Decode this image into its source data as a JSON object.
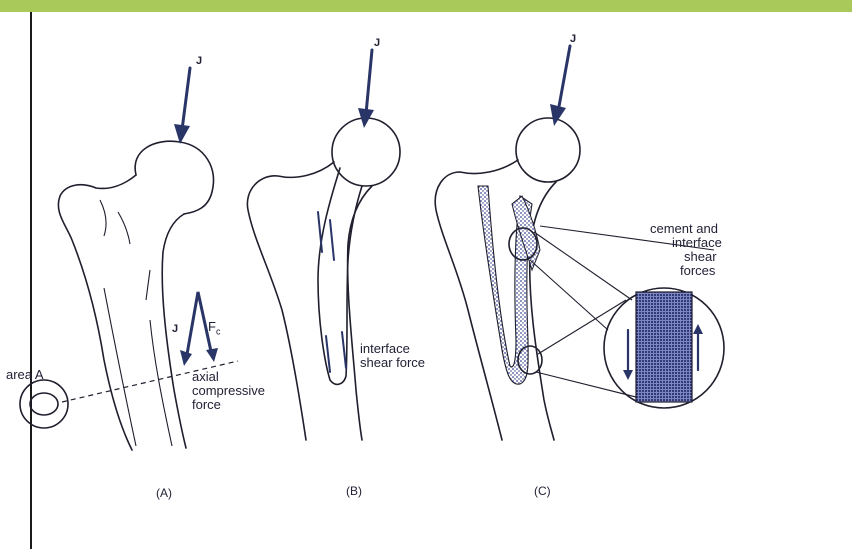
{
  "labels": {
    "j_a": "J",
    "j_b": "J",
    "j_c": "J",
    "j_small": "J",
    "fc": "F",
    "fc_sub": "c",
    "area": "area A",
    "axial_1": "axial",
    "axial_2": "compressive",
    "axial_3": "force",
    "interface_1": "interface",
    "interface_2": "shear force",
    "cement_1": "cement and",
    "cement_2": "interface",
    "cement_3": "shear",
    "cement_4": "forces",
    "caption_a": "(A)",
    "caption_b": "(B)",
    "caption_c": "(C)"
  },
  "colors": {
    "band": "#a9c95a",
    "ink": "#1f1f2e",
    "arrow": "#2a3567",
    "cement": "#3a4a9a"
  }
}
